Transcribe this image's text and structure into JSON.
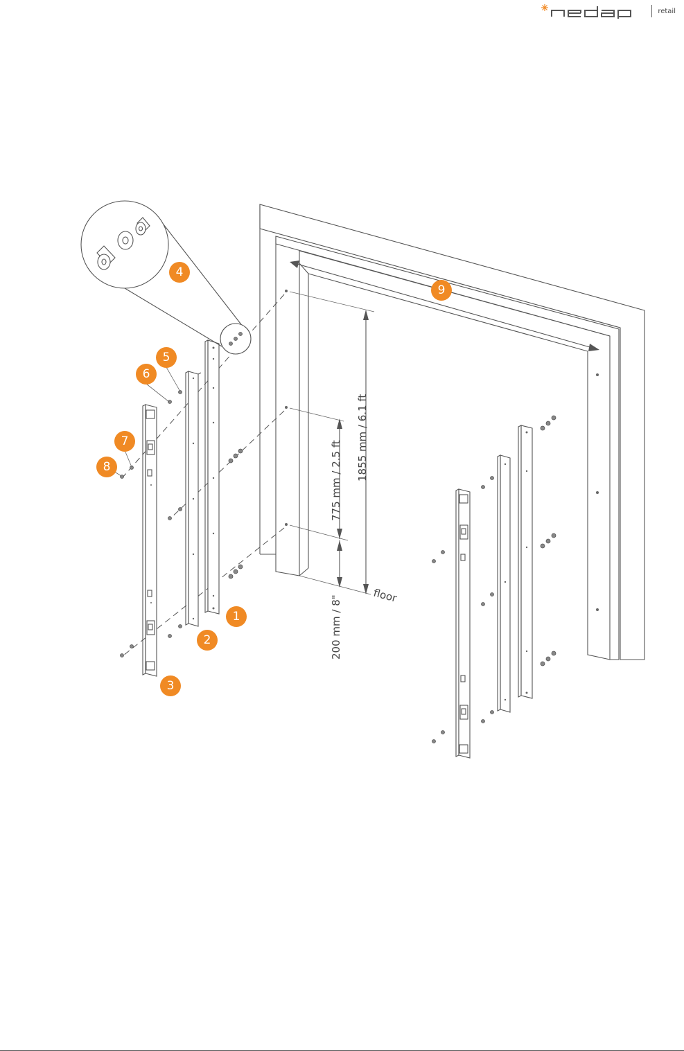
{
  "brand": {
    "logo_text": "nedap",
    "tagline": "retail",
    "star_color": "#F28C28",
    "logo_color": "#555555"
  },
  "colors": {
    "accent": "#F08A24",
    "line": "#555555"
  },
  "callouts": [
    "1",
    "2",
    "3",
    "4",
    "5",
    "6",
    "7",
    "8",
    "9"
  ],
  "dimensions": {
    "total_height": "1855 mm / 6.1 ft",
    "middle_height": "775 mm / 2.5 ft",
    "floor_offset": "200 mm / 8\"",
    "floor_label": "floor"
  }
}
